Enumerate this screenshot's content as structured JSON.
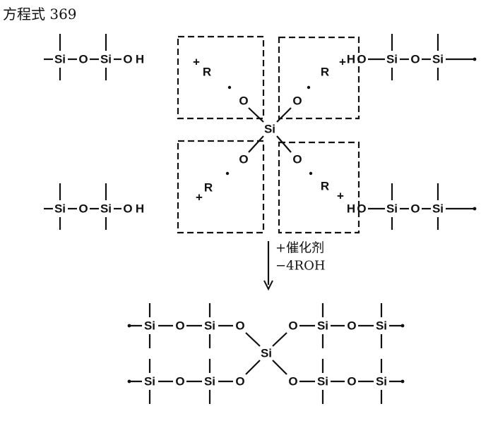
{
  "title": "方程式 369",
  "reactant": {
    "left_chain": [
      "Si",
      "O",
      "Si",
      "O",
      "H"
    ],
    "right_chain": [
      "H",
      "O",
      "Si",
      "O",
      "Si"
    ],
    "radical_R": "R",
    "radical_dot": "·",
    "plus": "+",
    "oxygen": "O",
    "center": "Si"
  },
  "reaction_conditions": [
    "+催化剂",
    "−4ROH"
  ],
  "product": {
    "left_chain": [
      "Si",
      "O",
      "Si",
      "O"
    ],
    "right_chain": [
      "O",
      "Si",
      "O",
      "Si"
    ],
    "center": "Si"
  }
}
